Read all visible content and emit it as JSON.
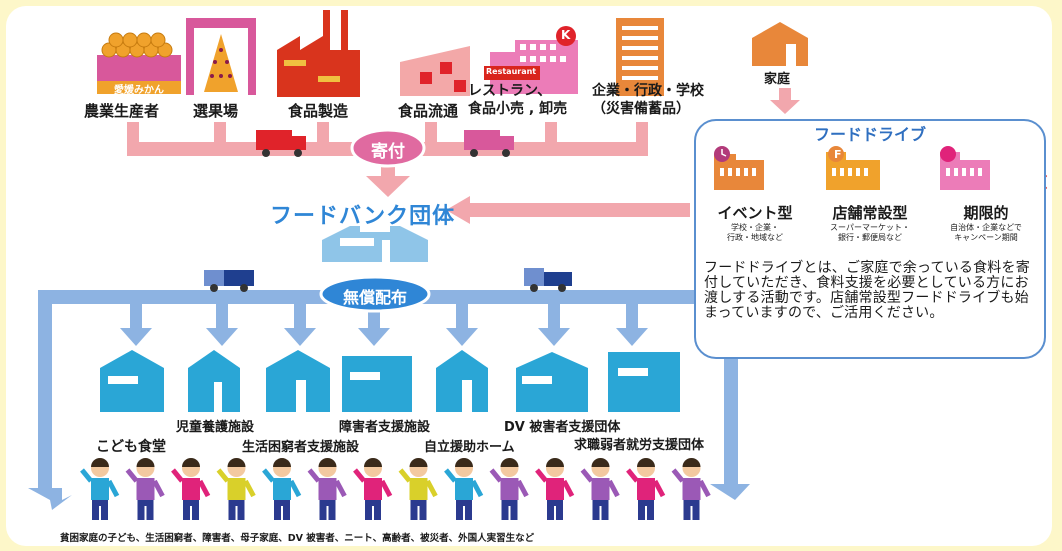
{
  "donors": [
    {
      "label": "農業生産者",
      "sign": "愛媛みかん"
    },
    {
      "label": "選果場"
    },
    {
      "label": "食品製造"
    },
    {
      "label": "食品流通"
    },
    {
      "label": "レストラン、\n食品小売 , 卸売",
      "sign": "Restaurant",
      "badge": "K"
    },
    {
      "label": "企業・行政・学校\n（災害備蓄品）"
    },
    {
      "label": "家庭"
    }
  ],
  "kifu": "寄付",
  "foodbank": "フードバンク団体",
  "muryou": "無償配布",
  "food_drive": {
    "title": "フードドライブ",
    "types": [
      {
        "name": "イベント型",
        "sub": "学校・企業・\n行政・地域など",
        "badge": ""
      },
      {
        "name": "店舗常設型",
        "sub": "スーパーマーケット・\n銀行・郵便局など",
        "badge": "F"
      },
      {
        "name": "期限的",
        "sub": "自治体・企業などで\nキャンペーン期間",
        "badge": ""
      }
    ],
    "description": "フードドライブとは、ご家庭で余っている食料を寄付していただき、食料支援を必要としている方にお渡しする活動です。店舗常設型フードドライブも始まっていますので、ご活用ください。"
  },
  "facilities": [
    "児童養護施設",
    "障害者支援施設",
    "DV 被害者支援団体",
    "こども食堂",
    "生活困窮者支援施設",
    "自立援助ホーム",
    "求職弱者就労支援団体"
  ],
  "recipients": "貧困家庭の子ども、生活困窮者、障害者、母子家庭、DV 被害者、ニート、高齢者、被災者、外国人実習生など",
  "colors": {
    "pink": "#f2a7ad",
    "blue": "#8db3e2",
    "teal": "#2aa6d6",
    "orange": "#e8873a"
  }
}
